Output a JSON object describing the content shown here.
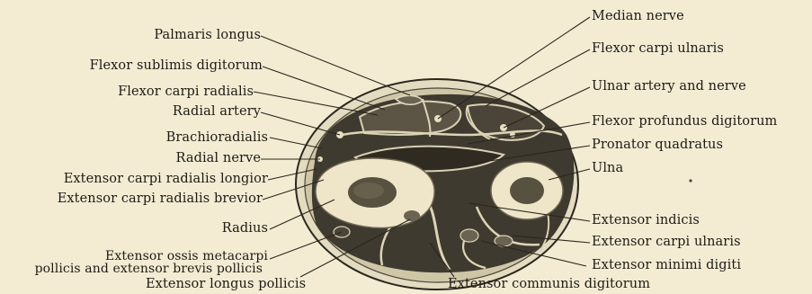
{
  "labels": {
    "left": {
      "palmaris_longus": "Palmaris longus",
      "flexor_sublimis": "Flexor sublimis digitorum",
      "flexor_carpi_radialis": "Flexor carpi radialis",
      "radial_artery": "Radial artery",
      "brachioradialis": "Brachioradialis",
      "radial_nerve": "Radial nerve",
      "ecr_longior": "Extensor carpi radialis longior",
      "ecr_brevior": "Extensor carpi radialis brevior",
      "radius": "Radius",
      "extensor_ossis_line1": "Extensor ossis metacarpi",
      "extensor_ossis_line2": "pollicis and extensor brevis pollicis"
    },
    "right": {
      "median_nerve": "Median nerve",
      "flexor_carpi_ulnaris": "Flexor carpi ulnaris",
      "ulnar_artery_nerve": "Ulnar artery and nerve",
      "flexor_profundus": "Flexor profundus digitorum",
      "pronator_quadratus": "Pronator quadratus",
      "ulna": "Ulna",
      "extensor_indicis": "Extensor indicis",
      "extensor_carpi_ulnaris": "Extensor carpi ulnaris",
      "extensor_minimi": "Extensor minimi digiti"
    },
    "bottom": {
      "extensor_longus_pollicis": "Extensor longus pollicis",
      "extensor_communis": "Extensor communis digitorum"
    }
  },
  "colors": {
    "background": "#f3ecd3",
    "skin": "#e4dcc0",
    "muscle": "#3e3a2f",
    "fascia": "#cdc4a6",
    "bone": "#eee5c8",
    "marrow": "#5a5448",
    "ink": "#1d1a14"
  }
}
